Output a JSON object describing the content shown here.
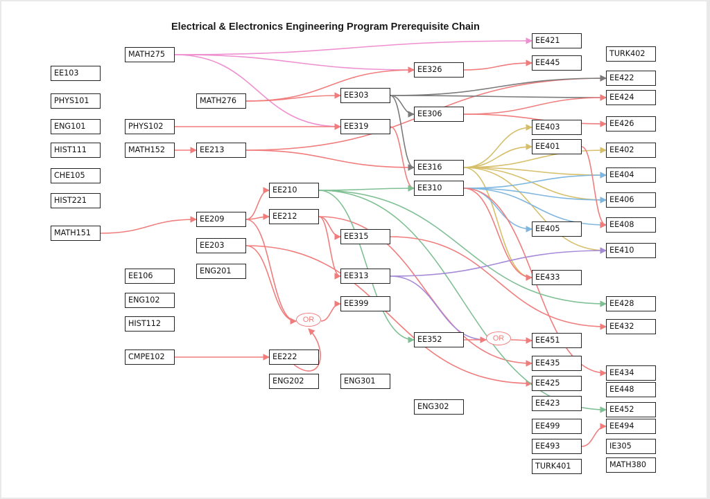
{
  "title": "Electrical & Electronics Engineering Program Prerequisite Chain",
  "colors": {
    "red": "#f07c7c",
    "pink": "#ee8fd0",
    "gray": "#7a7a7a",
    "yellow": "#d6bf6a",
    "blue": "#7fb6e0",
    "green": "#7fbf94",
    "purple": "#a58ad8",
    "olive": "#9aa86a"
  },
  "nodes": [
    {
      "id": "EE103",
      "label": "EE103"
    },
    {
      "id": "PHYS101",
      "label": "PHYS101"
    },
    {
      "id": "ENG101",
      "label": "ENG101"
    },
    {
      "id": "HIST111",
      "label": "HIST111"
    },
    {
      "id": "CHE105",
      "label": "CHE105"
    },
    {
      "id": "HIST221",
      "label": "HIST221"
    },
    {
      "id": "MATH151",
      "label": "MATH151"
    },
    {
      "id": "MATH275",
      "label": "MATH275"
    },
    {
      "id": "PHYS102",
      "label": "PHYS102"
    },
    {
      "id": "MATH152",
      "label": "MATH152"
    },
    {
      "id": "EE106",
      "label": "EE106"
    },
    {
      "id": "ENG102",
      "label": "ENG102"
    },
    {
      "id": "HIST112",
      "label": "HIST112"
    },
    {
      "id": "CMPE102",
      "label": "CMPE102"
    },
    {
      "id": "MATH276",
      "label": "MATH276"
    },
    {
      "id": "EE213",
      "label": "EE213"
    },
    {
      "id": "EE209",
      "label": "EE209"
    },
    {
      "id": "EE203",
      "label": "EE203"
    },
    {
      "id": "ENG201",
      "label": "ENG201"
    },
    {
      "id": "EE210",
      "label": "EE210"
    },
    {
      "id": "EE212",
      "label": "EE212"
    },
    {
      "id": "EE222",
      "label": "EE222"
    },
    {
      "id": "ENG202",
      "label": "ENG202"
    },
    {
      "id": "EE303",
      "label": "EE303"
    },
    {
      "id": "EE319",
      "label": "EE319"
    },
    {
      "id": "EE315",
      "label": "EE315"
    },
    {
      "id": "EE313",
      "label": "EE313"
    },
    {
      "id": "EE399",
      "label": "EE399"
    },
    {
      "id": "ENG301",
      "label": "ENG301"
    },
    {
      "id": "EE326",
      "label": "EE326"
    },
    {
      "id": "EE306",
      "label": "EE306"
    },
    {
      "id": "EE316",
      "label": "EE316"
    },
    {
      "id": "EE310",
      "label": "EE310"
    },
    {
      "id": "EE352",
      "label": "EE352"
    },
    {
      "id": "ENG302",
      "label": "ENG302"
    },
    {
      "id": "EE421",
      "label": "EE421"
    },
    {
      "id": "EE445",
      "label": "EE445"
    },
    {
      "id": "EE403",
      "label": "EE403"
    },
    {
      "id": "EE401",
      "label": "EE401"
    },
    {
      "id": "EE405",
      "label": "EE405"
    },
    {
      "id": "EE433",
      "label": "EE433"
    },
    {
      "id": "EE451",
      "label": "EE451"
    },
    {
      "id": "EE435",
      "label": "EE435"
    },
    {
      "id": "EE425",
      "label": "EE425"
    },
    {
      "id": "EE423",
      "label": "EE423"
    },
    {
      "id": "EE499",
      "label": "EE499"
    },
    {
      "id": "EE493",
      "label": "EE493"
    },
    {
      "id": "TURK401",
      "label": "TURK401"
    },
    {
      "id": "TURK402",
      "label": "TURK402"
    },
    {
      "id": "EE422",
      "label": "EE422"
    },
    {
      "id": "EE424",
      "label": "EE424"
    },
    {
      "id": "EE426",
      "label": "EE426"
    },
    {
      "id": "EE402",
      "label": "EE402"
    },
    {
      "id": "EE404",
      "label": "EE404"
    },
    {
      "id": "EE406",
      "label": "EE406"
    },
    {
      "id": "EE408",
      "label": "EE408"
    },
    {
      "id": "EE410",
      "label": "EE410"
    },
    {
      "id": "EE428",
      "label": "EE428"
    },
    {
      "id": "EE432",
      "label": "EE432"
    },
    {
      "id": "EE434",
      "label": "EE434"
    },
    {
      "id": "EE448",
      "label": "EE448"
    },
    {
      "id": "EE452",
      "label": "EE452"
    },
    {
      "id": "EE494",
      "label": "EE494"
    },
    {
      "id": "IE305",
      "label": "IE305"
    },
    {
      "id": "MATH380",
      "label": "MATH380"
    }
  ],
  "or_nodes": [
    {
      "id": "OR1",
      "label": "OR"
    },
    {
      "id": "OR2",
      "label": "OR"
    }
  ],
  "edges": [
    {
      "from": "MATH275",
      "to": "EE421",
      "color": "pink"
    },
    {
      "from": "MATH275",
      "to": "EE326",
      "color": "pink"
    },
    {
      "from": "MATH275",
      "to": "EE319",
      "color": "pink"
    },
    {
      "from": "MATH276",
      "to": "EE303",
      "color": "red"
    },
    {
      "from": "MATH276",
      "to": "EE326",
      "color": "red"
    },
    {
      "from": "PHYS102",
      "to": "EE319",
      "color": "red"
    },
    {
      "from": "MATH152",
      "to": "EE213",
      "color": "red"
    },
    {
      "from": "EE213",
      "to": "EE316",
      "color": "red"
    },
    {
      "from": "EE213",
      "to": "EE422",
      "color": "red"
    },
    {
      "from": "MATH151",
      "to": "EE209",
      "color": "red"
    },
    {
      "from": "EE209",
      "to": "EE210",
      "color": "red"
    },
    {
      "from": "EE209",
      "to": "EE212",
      "color": "red"
    },
    {
      "from": "EE209",
      "to": "OR1",
      "color": "red"
    },
    {
      "from": "EE203",
      "to": "OR1",
      "color": "red"
    },
    {
      "from": "EE203",
      "to": "EE425",
      "color": "red"
    },
    {
      "from": "EE222",
      "to": "OR1",
      "color": "red"
    },
    {
      "from": "CMPE102",
      "to": "EE222",
      "color": "red"
    },
    {
      "from": "OR1",
      "to": "EE399",
      "color": "red"
    },
    {
      "from": "EE212",
      "to": "EE315",
      "color": "red"
    },
    {
      "from": "EE212",
      "to": "EE313",
      "color": "red"
    },
    {
      "from": "EE212",
      "to": "EE435",
      "color": "red"
    },
    {
      "from": "EE303",
      "to": "EE422",
      "color": "gray"
    },
    {
      "from": "EE303",
      "to": "EE424",
      "color": "gray"
    },
    {
      "from": "EE303",
      "to": "EE306",
      "color": "gray"
    },
    {
      "from": "EE303",
      "to": "EE316",
      "color": "gray"
    },
    {
      "from": "EE319",
      "to": "EE310",
      "color": "red"
    },
    {
      "from": "EE326",
      "to": "EE445",
      "color": "red"
    },
    {
      "from": "EE306",
      "to": "EE424",
      "color": "red"
    },
    {
      "from": "EE306",
      "to": "EE426",
      "color": "red"
    },
    {
      "from": "EE316",
      "to": "EE403",
      "color": "yellow"
    },
    {
      "from": "EE316",
      "to": "EE401",
      "color": "yellow"
    },
    {
      "from": "EE316",
      "to": "EE402",
      "color": "yellow"
    },
    {
      "from": "EE316",
      "to": "EE404",
      "color": "yellow"
    },
    {
      "from": "EE316",
      "to": "EE406",
      "color": "yellow"
    },
    {
      "from": "EE316",
      "to": "EE410",
      "color": "yellow"
    },
    {
      "from": "EE316",
      "to": "EE433",
      "color": "yellow"
    },
    {
      "from": "EE310",
      "to": "EE404",
      "color": "blue"
    },
    {
      "from": "EE310",
      "to": "EE406",
      "color": "blue"
    },
    {
      "from": "EE310",
      "to": "EE408",
      "color": "blue"
    },
    {
      "from": "EE310",
      "to": "EE405",
      "color": "blue"
    },
    {
      "from": "EE310",
      "to": "EE433",
      "color": "red"
    },
    {
      "from": "EE310",
      "to": "EE434",
      "color": "red"
    },
    {
      "from": "EE401",
      "to": "EE408",
      "color": "red"
    },
    {
      "from": "EE210",
      "to": "EE310",
      "color": "green"
    },
    {
      "from": "EE210",
      "to": "EE352",
      "color": "green"
    },
    {
      "from": "EE210",
      "to": "EE428",
      "color": "green"
    },
    {
      "from": "EE210",
      "to": "EE452",
      "color": "green"
    },
    {
      "from": "EE315",
      "to": "EE432",
      "color": "red"
    },
    {
      "from": "EE313",
      "to": "OR2",
      "color": "purple"
    },
    {
      "from": "EE313",
      "to": "EE410",
      "color": "purple"
    },
    {
      "from": "EE352",
      "to": "OR2",
      "color": "red"
    },
    {
      "from": "OR2",
      "to": "EE451",
      "color": "red"
    },
    {
      "from": "EE493",
      "to": "EE494",
      "color": "red"
    }
  ]
}
